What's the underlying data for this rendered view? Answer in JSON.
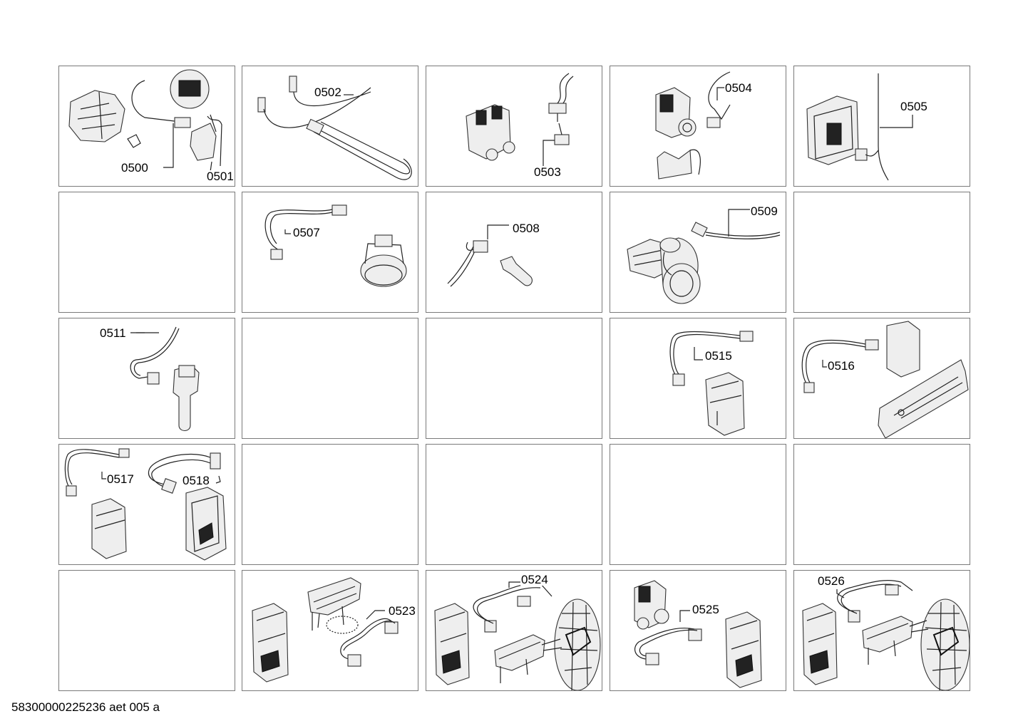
{
  "document_id": "58300000225236 aet 005 a",
  "cells": [
    {
      "id": "c0",
      "labels": [
        "0500",
        "0501"
      ],
      "art": "pump"
    },
    {
      "id": "c1",
      "labels": [
        "0502"
      ],
      "art": "heater"
    },
    {
      "id": "c2",
      "labels": [
        "0503"
      ],
      "art": "valve"
    },
    {
      "id": "c3",
      "labels": [
        "0504"
      ],
      "art": "valve2"
    },
    {
      "id": "c4",
      "labels": [
        "0505"
      ],
      "art": "module"
    },
    {
      "id": "c5",
      "labels": [],
      "art": "none"
    },
    {
      "id": "c6",
      "labels": [
        "0507"
      ],
      "art": "pressure"
    },
    {
      "id": "c7",
      "labels": [
        "0508"
      ],
      "art": "sensor"
    },
    {
      "id": "c8",
      "labels": [
        "0509"
      ],
      "art": "drainpump"
    },
    {
      "id": "c9",
      "labels": [],
      "art": "none"
    },
    {
      "id": "c10",
      "labels": [
        "0511"
      ],
      "art": "probe"
    },
    {
      "id": "c11",
      "labels": [],
      "art": "none"
    },
    {
      "id": "c12",
      "labels": [],
      "art": "none"
    },
    {
      "id": "c13",
      "labels": [
        "0515"
      ],
      "art": "box"
    },
    {
      "id": "c14",
      "labels": [
        "0516"
      ],
      "art": "board"
    },
    {
      "id": "c15",
      "labels": [
        "0517",
        "0518"
      ],
      "art": "twin"
    },
    {
      "id": "c16",
      "labels": [],
      "art": "none"
    },
    {
      "id": "c17",
      "labels": [],
      "art": "none"
    },
    {
      "id": "c18",
      "labels": [],
      "art": "none"
    },
    {
      "id": "c19",
      "labels": [],
      "art": "none"
    },
    {
      "id": "c20",
      "labels": [],
      "art": "none"
    },
    {
      "id": "c21",
      "labels": [
        "0523"
      ],
      "art": "assembly"
    },
    {
      "id": "c22",
      "labels": [
        "0524"
      ],
      "art": "assembly2"
    },
    {
      "id": "c23",
      "labels": [
        "0525"
      ],
      "art": "valve3"
    },
    {
      "id": "c24",
      "labels": [
        "0526"
      ],
      "art": "assembly2"
    }
  ]
}
